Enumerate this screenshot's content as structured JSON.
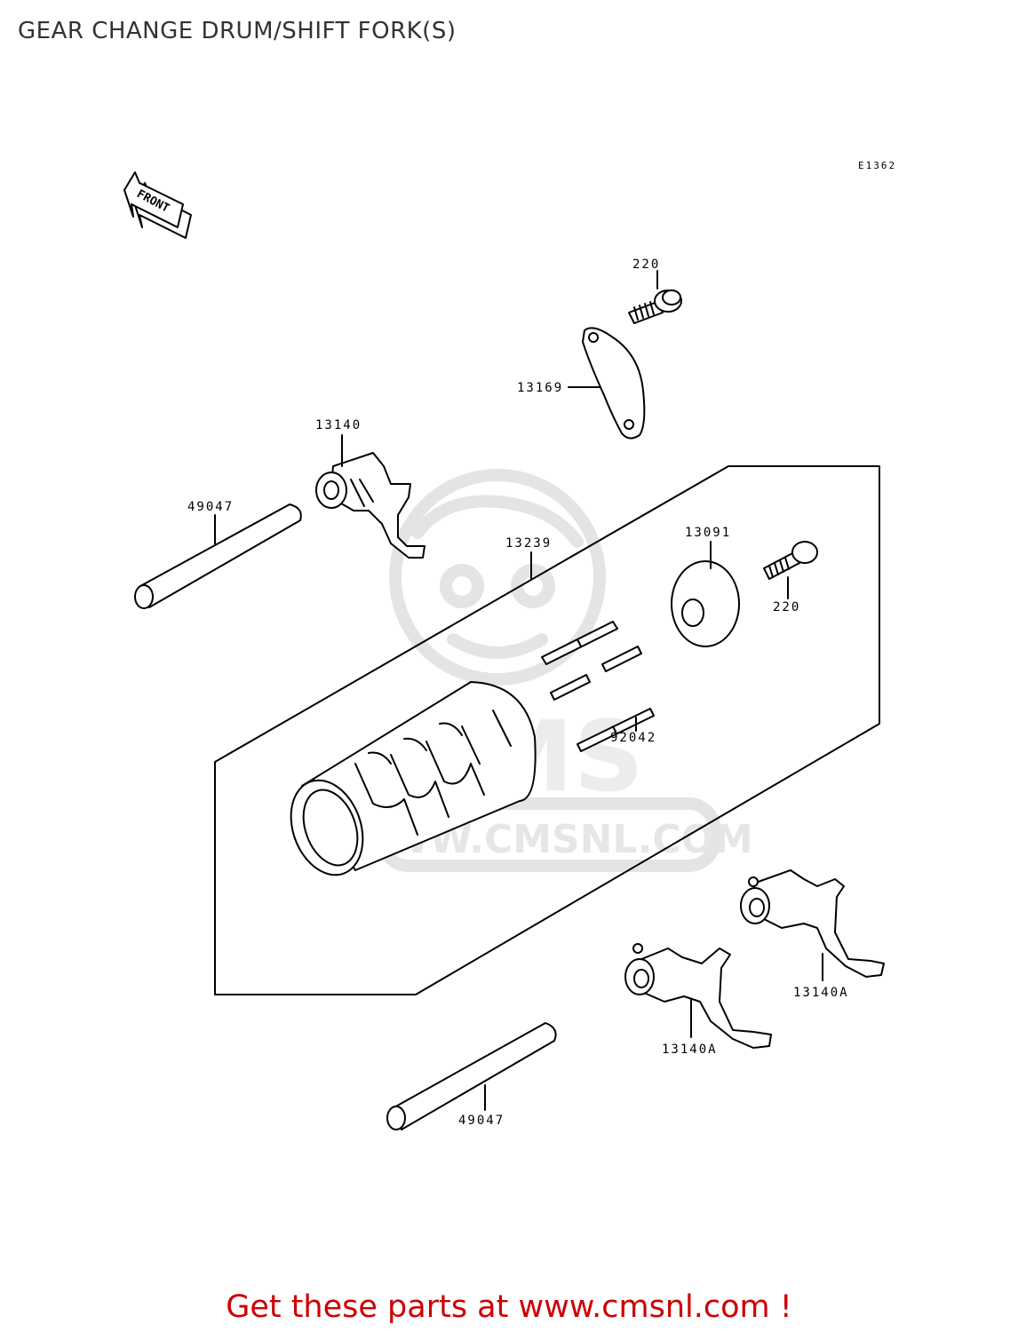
{
  "title": "GEAR CHANGE DRUM/SHIFT FORK(S)",
  "diagram_code": "E1362",
  "front_arrow_label": "FRONT",
  "watermark_text": "WWW.CMSNL.COM",
  "watermark_brand": "CMS",
  "labels": {
    "bolt_top": "220",
    "plate": "13169",
    "fork_upper": "13140",
    "shaft_upper": "49047",
    "drum": "13239",
    "cam": "13091",
    "bolt_right": "220",
    "pins": "92042",
    "fork_right": "13140A",
    "fork_lower": "13140A",
    "shaft_lower": "49047"
  },
  "footer": {
    "link_text": "Get these parts at www.cmsnl.com !"
  },
  "colors": {
    "footer_text": "#cc0000",
    "title_text": "#333333",
    "watermark": "#e4e4e4"
  }
}
